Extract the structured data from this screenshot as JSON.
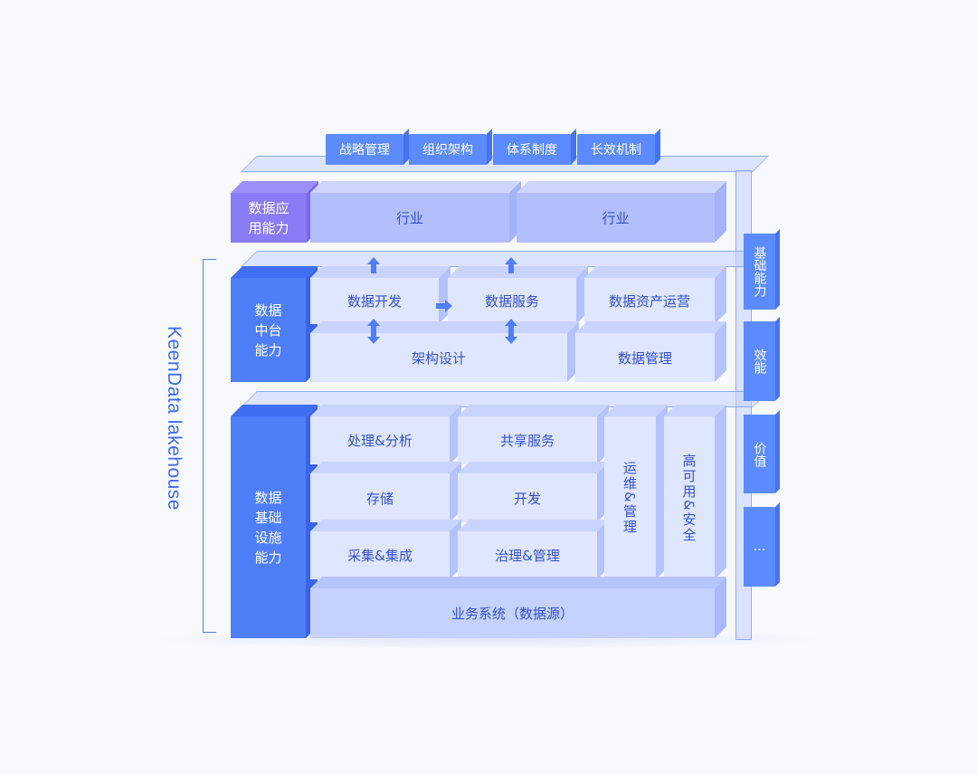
{
  "side_label": "KeenData lakehouse",
  "top_tags": [
    "战略管理",
    "组织架构",
    "体系制度",
    "长效机制"
  ],
  "right_tags": [
    "基础能力",
    "效能",
    "价值",
    "…"
  ],
  "app_layer": {
    "title": "数据应用能力",
    "title_lines": [
      "数据应",
      "用能力"
    ],
    "boxes": [
      "行业",
      "行业"
    ]
  },
  "middle_layer": {
    "title_lines": [
      "数据",
      "中台",
      "能力"
    ],
    "boxes": [
      "数据开发",
      "数据服务",
      "数据资产运营",
      "架构设计",
      "数据管理"
    ]
  },
  "infra_layer": {
    "title_lines": [
      "数据",
      "基础",
      "设施",
      "能力"
    ],
    "boxes": [
      "处理&分析",
      "共享服务",
      "存储",
      "开发",
      "采集&集成",
      "治理&管理"
    ],
    "vertical_boxes": [
      "运维&管理",
      "高可用&安全"
    ],
    "base": "业务系统（数据源）"
  },
  "colors": {
    "primary": "#4f7ef9",
    "purple": "#8a7bf7",
    "light": "#dfe6ff",
    "text": "#3452c9"
  }
}
